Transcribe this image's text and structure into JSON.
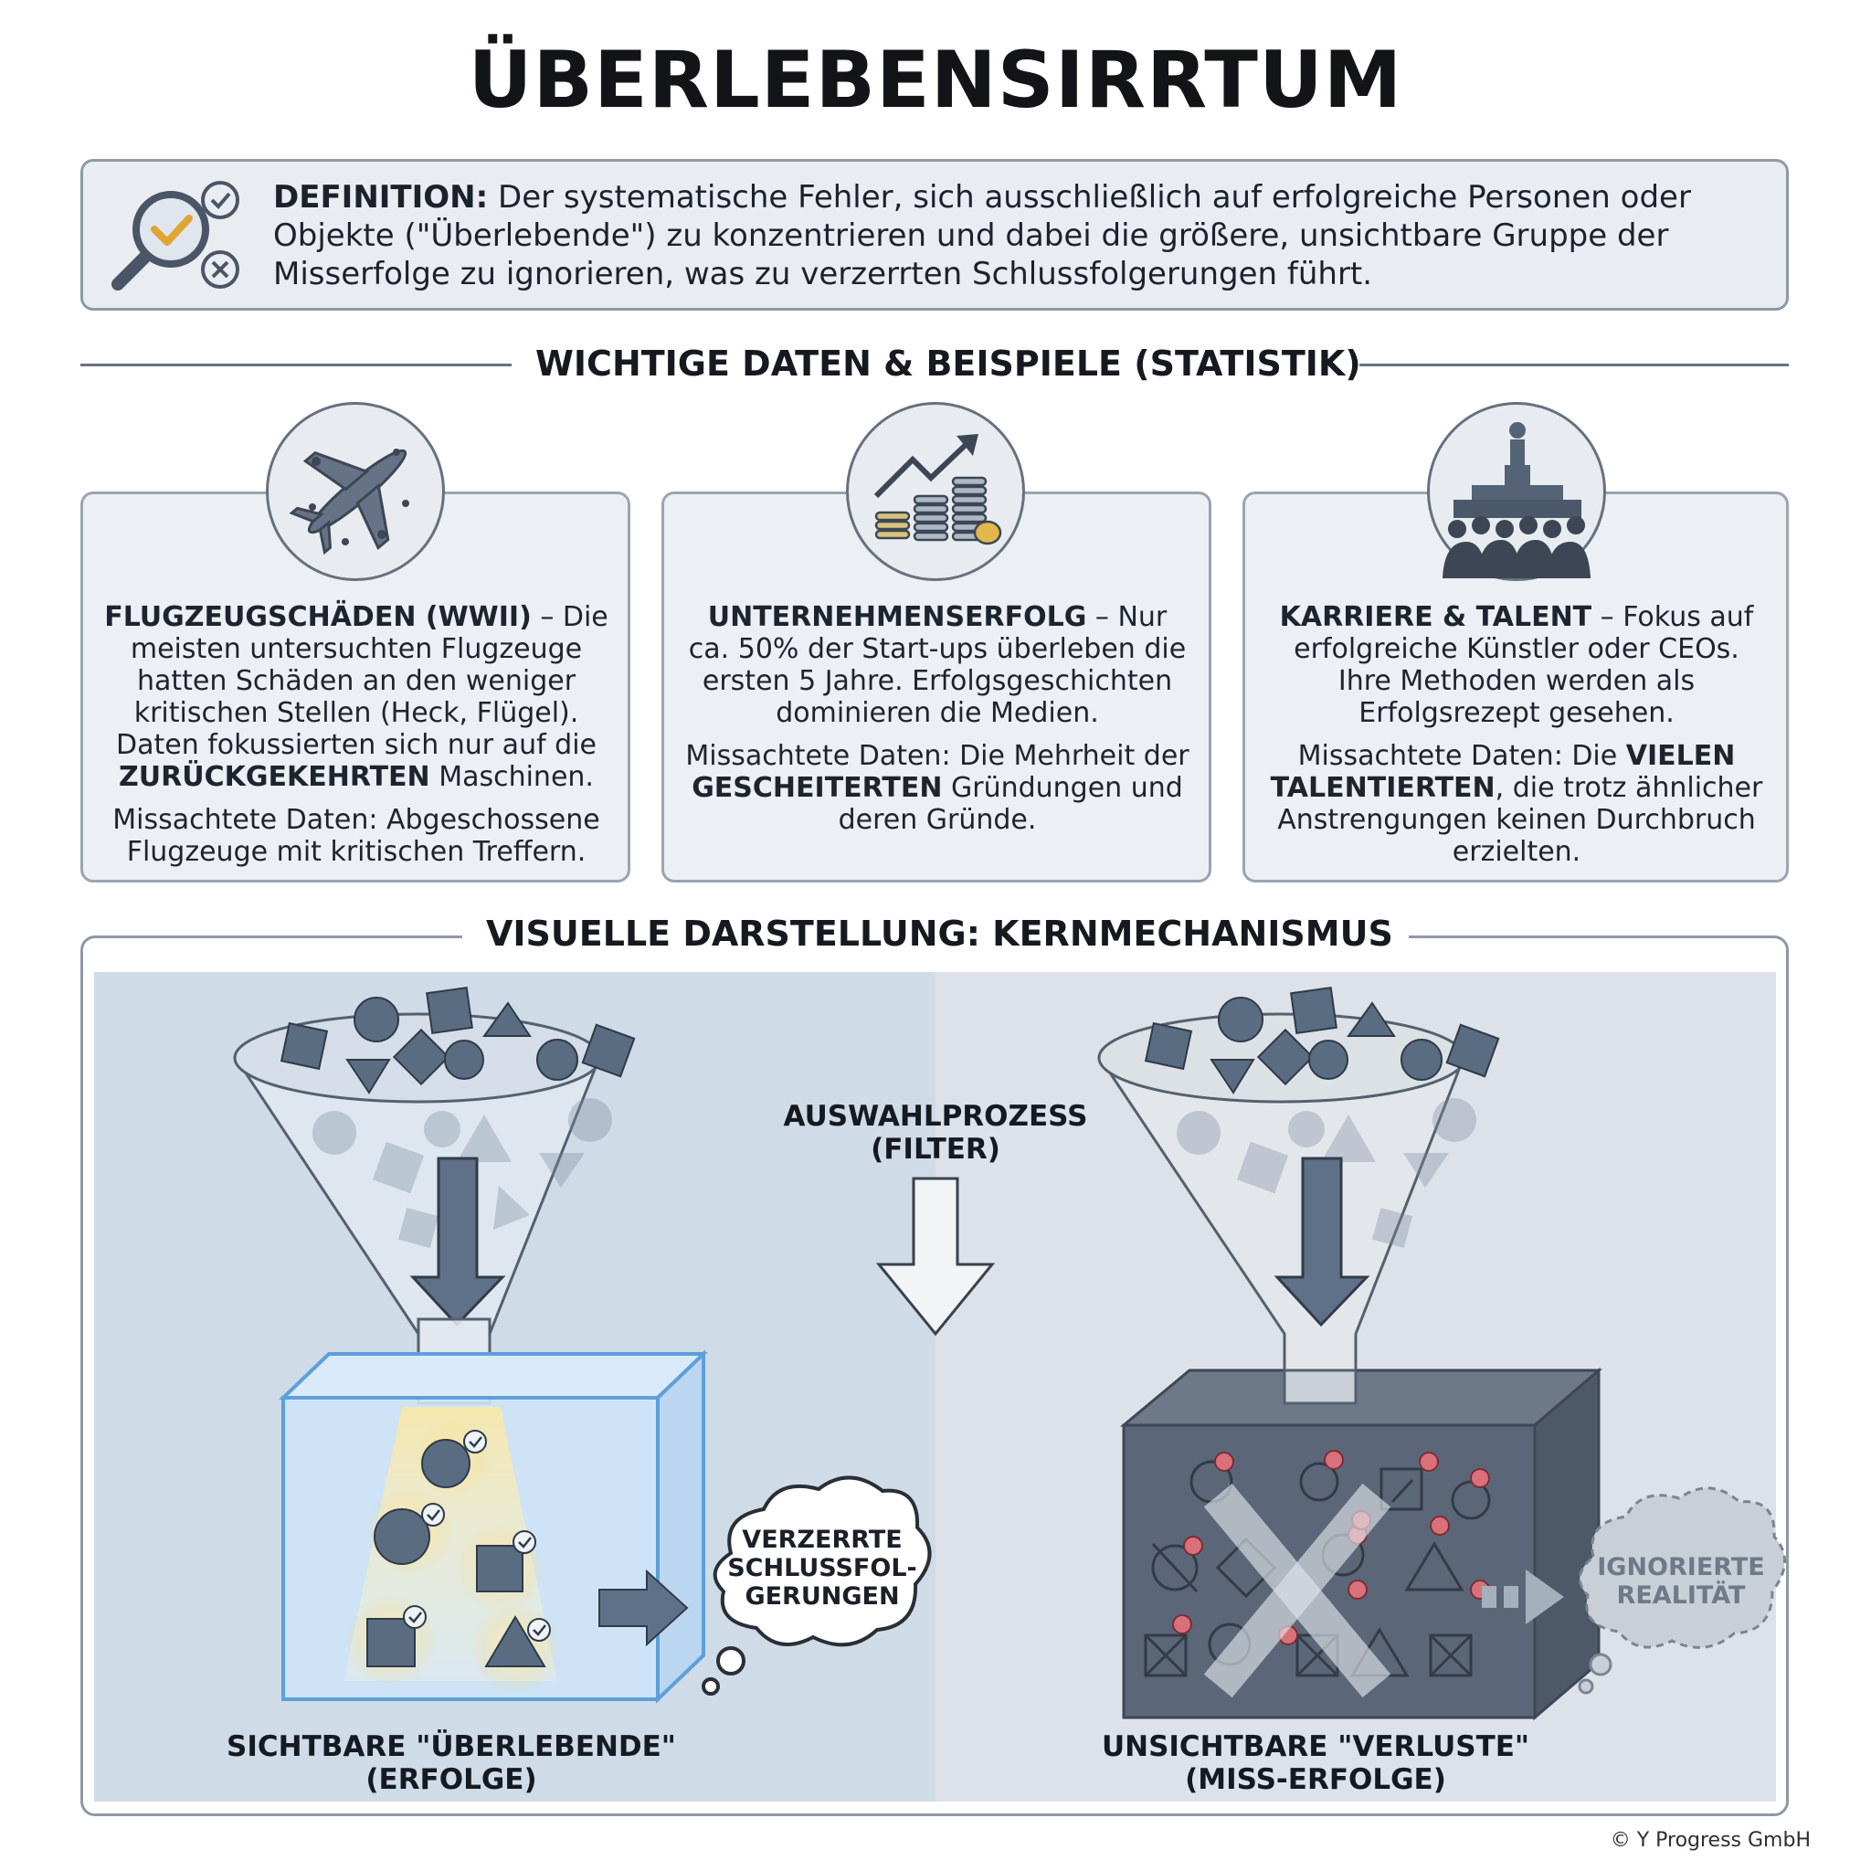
{
  "title": "ÜBERLEBENSIRRTUM",
  "definition": {
    "label": "DEFINITION:",
    "text": " Der systematische Fehler, sich ausschließlich auf erfolgreiche Personen oder Objekte (\"Überlebende\") zu konzentrieren und dabei die größere, unsichtbare Gruppe der Misserfolge zu ignorieren, was zu verzerrten Schlussfolgerungen führt."
  },
  "section_examples": "WICHTIGE DATEN & BEISPIELE (STATISTIK)",
  "cards": [
    {
      "icon": "airplane-icon",
      "heading": "FLUGZEUGSCHÄDEN (WWII)",
      "p1_after": " – Die meisten untersuchten Flugzeuge hatten Schäden an den weniger kritischen Stellen (Heck, Flügel). Daten fokussierten sich nur auf die ",
      "p1_bold": "ZURÜCKGEKEHRTEN",
      "p1_end": " Maschinen.",
      "p2_before": "Missachtete Daten: Abgeschossene Flugzeuge mit kritischen Treffern.",
      "p2_bold": "",
      "p2_end": ""
    },
    {
      "icon": "coins-growth-icon",
      "heading": "UNTERNEHMENSERFOLG",
      "p1_after": " – Nur ca. 50% der Start-ups überleben die ersten 5 Jahre. Erfolgsgeschichten dominieren die Medien.",
      "p1_bold": "",
      "p1_end": "",
      "p2_before": "Missachtete Daten: Die Mehrheit der ",
      "p2_bold": "GESCHEITERTEN",
      "p2_end": " Gründungen und deren Gründe."
    },
    {
      "icon": "podium-crowd-icon",
      "heading": "KARRIERE & TALENT",
      "p1_after": " – Fokus auf erfolgreiche Künstler oder CEOs. Ihre Methoden werden als Erfolgsrezept gesehen.",
      "p1_bold": "",
      "p1_end": "",
      "p2_before": "Missachtete Daten: Die ",
      "p2_bold": "VIELEN TALENTIERTEN",
      "p2_end": ", die trotz ähnlicher Anstrengungen keinen Durchbruch erzielten."
    }
  ],
  "section_visual": "VISUELLE DARSTELLUNG: KERNMECHANISMUS",
  "filter_label_line1": "AUSWAHLPROZESS",
  "filter_label_line2": "(FILTER)",
  "left_cloud": [
    "VERZERRTE",
    "SCHLUSSFOL-",
    "GERUNGEN"
  ],
  "right_cloud": [
    "IGNORIERTE",
    "REALITÄT"
  ],
  "left_caption": [
    "SICHTBARE \"ÜBERLEBENDE\"",
    "(ERFOLGE)"
  ],
  "right_caption": [
    "UNSICHTBARE \"VERLUSTE\"",
    "(MISS-ERFOLGE)"
  ],
  "copyright": "© Y Progress GmbH",
  "colors": {
    "shape_fill": "#5a6c82",
    "panel_left": "#cfdbe7",
    "panel_right": "#dde2e8",
    "glow": "#f4d77a",
    "fail_mark": "#d9707a"
  }
}
